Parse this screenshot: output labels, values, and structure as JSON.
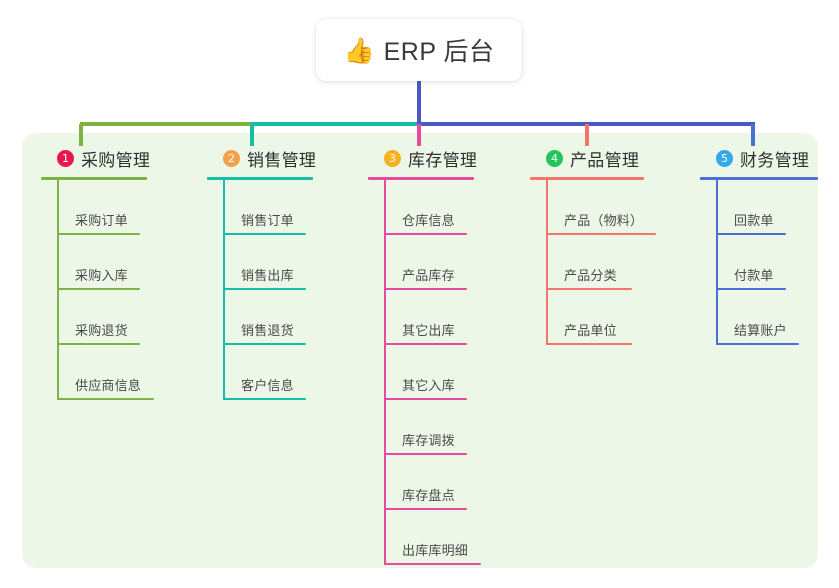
{
  "root": {
    "icon": "thumbs-up-icon",
    "emoji": "👍",
    "title": "ERP 后台"
  },
  "panel": {
    "background": "#edf7e7"
  },
  "connector": {
    "trunk_color": "#4b57c4",
    "bar_segments": [
      "#7cb342",
      "#12bfa4",
      "#4b57c4"
    ]
  },
  "columns": [
    {
      "number": "1",
      "title": "采购管理",
      "badge_color": "#e8184d",
      "line_color": "#7cb342",
      "items": [
        "采购订单",
        "采购入库",
        "采购退货",
        "供应商信息"
      ],
      "rule_widths": [
        83,
        83,
        83,
        97
      ]
    },
    {
      "number": "2",
      "title": "销售管理",
      "badge_color": "#f5a04a",
      "line_color": "#12bfa4",
      "items": [
        "销售订单",
        "销售出库",
        "销售退货",
        "客户信息"
      ],
      "rule_widths": [
        83,
        83,
        83,
        83
      ]
    },
    {
      "number": "3",
      "title": "库存管理",
      "badge_color": "#f5b120",
      "line_color": "#e84a9e",
      "items": [
        "仓库信息",
        "产品库存",
        "其它出库",
        "其它入库",
        "库存调拨",
        "库存盘点",
        "出库库明细"
      ],
      "rule_widths": [
        83,
        83,
        83,
        83,
        83,
        83,
        97
      ]
    },
    {
      "number": "4",
      "title": "产品管理",
      "badge_color": "#22c55e",
      "line_color": "#f4756b",
      "items": [
        "产品（物料）",
        "产品分类",
        "产品单位"
      ],
      "rule_widths": [
        110,
        86,
        86
      ]
    },
    {
      "number": "5",
      "title": "财务管理",
      "badge_color": "#35a9e8",
      "line_color": "#4b6fd4",
      "items": [
        "回款单",
        "付款单",
        "结算账户"
      ],
      "rule_widths": [
        70,
        70,
        83
      ]
    }
  ]
}
